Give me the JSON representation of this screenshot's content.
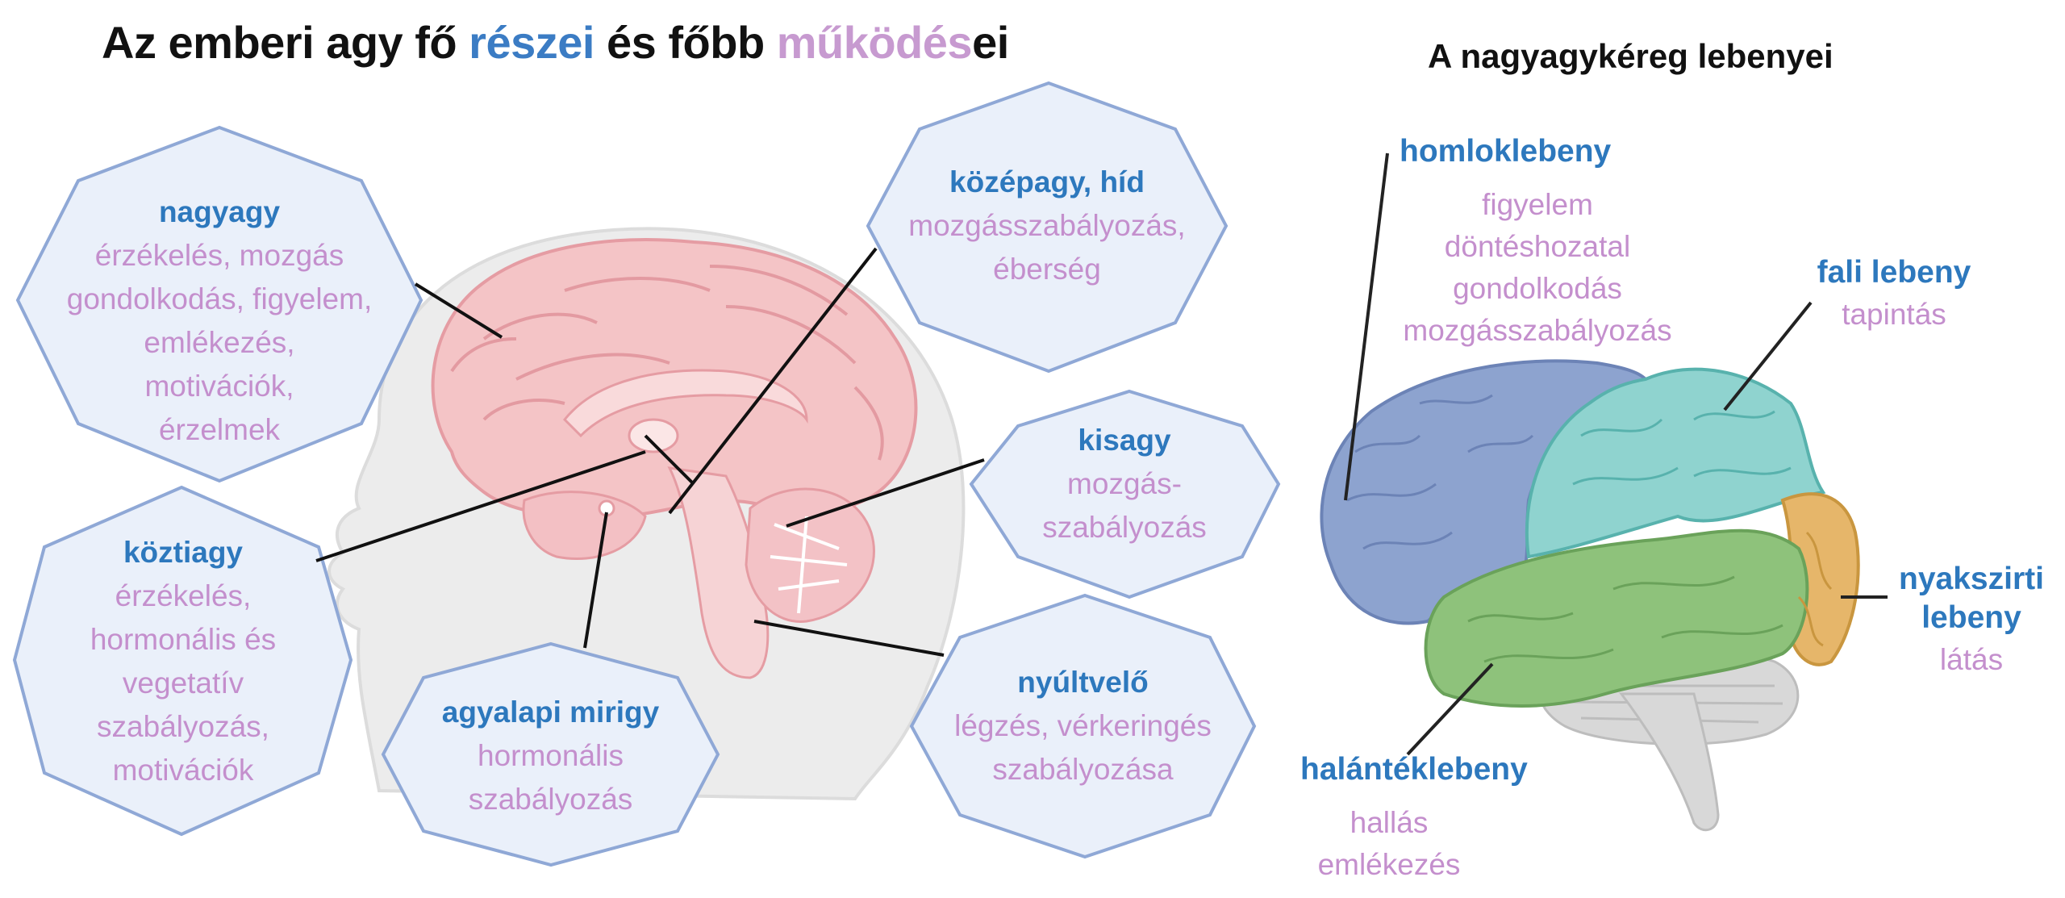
{
  "title": {
    "part1": "Az emberi agy fő ",
    "part2": "részei",
    "part3": " és főbb ",
    "part4": "működés",
    "part5": "ei"
  },
  "side_title": "A nagyagykéreg lebenyei",
  "colors": {
    "name_blue": "#2d78bd",
    "function_pink": "#c48fcd",
    "box_fill": "#eaf0fa",
    "box_stroke": "#8fa8d6",
    "frontal": "#8da3cf",
    "parietal": "#8fd3cf",
    "temporal": "#8ec27b",
    "occipital": "#e6b66a",
    "cerebellum": "#d8d8d8",
    "brain_pink": "#f2b9bd"
  },
  "regions": {
    "cerebrum": {
      "name": "nagyagy",
      "lines": [
        "érzékelés, mozgás",
        "gondolkodás, figyelem,",
        "emlékezés,",
        "motivációk,",
        "érzelmek"
      ]
    },
    "midbrain": {
      "name": "középagy, híd",
      "lines": [
        "mozgásszabályozás,",
        "éberség"
      ]
    },
    "cerebellum": {
      "name": "kisagy",
      "lines": [
        "mozgás-",
        "szabályozás"
      ]
    },
    "diencephalon": {
      "name": "köztiagy",
      "lines": [
        "érzékelés,",
        "hormonális és",
        "vegetatív",
        "szabályozás,",
        "motivációk"
      ]
    },
    "pituitary": {
      "name": "agyalapi mirigy",
      "lines": [
        "hormonális",
        "szabályozás"
      ]
    },
    "medulla": {
      "name": "nyúltvelő",
      "lines": [
        "légzés, vérkeringés",
        "szabályozása"
      ]
    }
  },
  "lobes": {
    "frontal": {
      "name": "homloklebeny",
      "lines": [
        "figyelem",
        "döntéshozatal",
        "gondolkodás",
        "mozgásszabályozás"
      ]
    },
    "parietal": {
      "name": "fali lebeny",
      "lines": [
        "tapintás"
      ]
    },
    "occipital": {
      "name_line1": "nyakszirti",
      "name_line2": "lebeny",
      "lines": [
        "látás"
      ]
    },
    "temporal": {
      "name": "halántéklebeny",
      "lines": [
        "hallás",
        "emlékezés"
      ]
    }
  }
}
